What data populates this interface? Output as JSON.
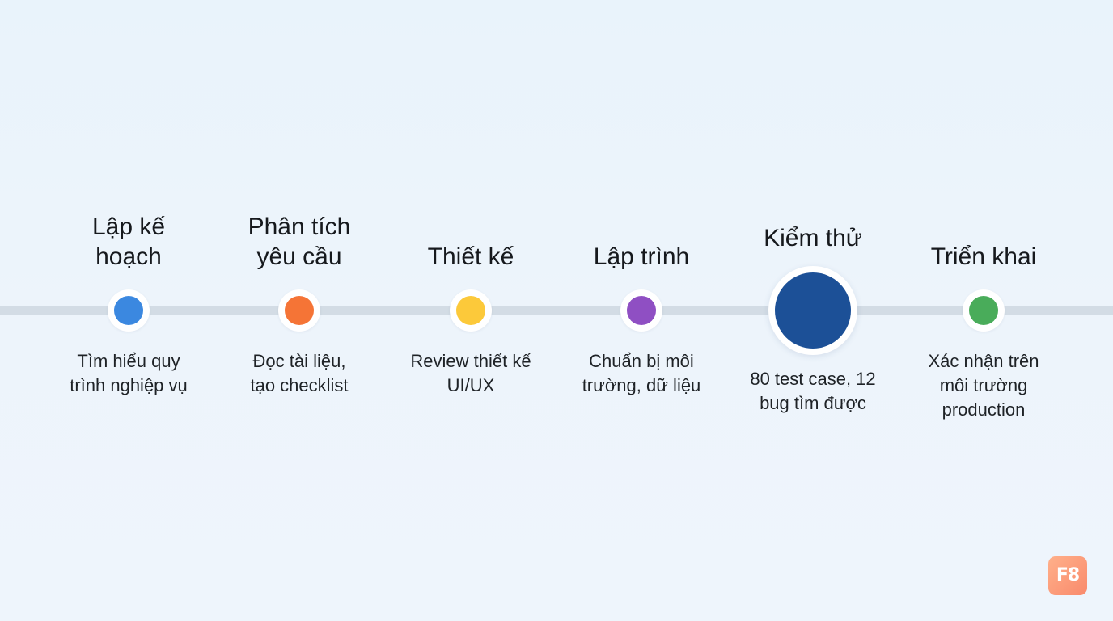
{
  "timeline": {
    "steps": [
      {
        "title": "Lập kế\nhoạch",
        "description": "Tìm hiểu quy\ntrình nghiệp vụ",
        "color": "#3b88e0",
        "active": false
      },
      {
        "title": "Phân tích\nyêu cầu",
        "description": "Đọc tài liệu,\ntạo checklist",
        "color": "#f57436",
        "active": false
      },
      {
        "title": "Thiết kế",
        "description": "Review thiết kế\nUI/UX",
        "color": "#fcc93a",
        "active": false
      },
      {
        "title": "Lập trình",
        "description": "Chuẩn bị môi\ntrường, dữ liệu",
        "color": "#8f4fc3",
        "active": false
      },
      {
        "title": "Kiểm thử",
        "description": "80 test case, 12\nbug tìm được",
        "color": "#1c5097",
        "active": true
      },
      {
        "title": "Triển khai",
        "description": "Xác nhận trên\nmôi trường\nproduction",
        "color": "#49ac5a",
        "active": false
      }
    ]
  },
  "brand": {
    "logo_text": "F8"
  }
}
